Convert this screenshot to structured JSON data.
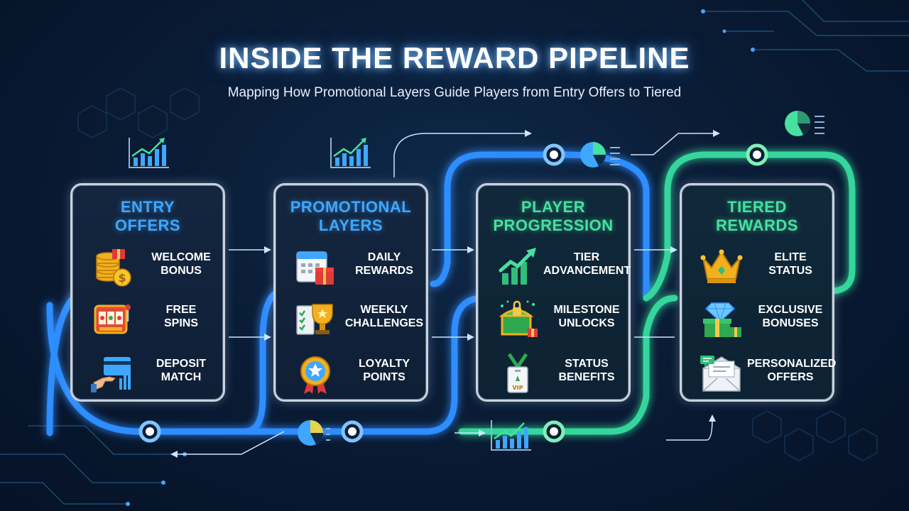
{
  "header": {
    "title": "INSIDE THE REWARD PIPELINE",
    "subtitle": "Mapping How Promotional Layers Guide Players from Entry Offers to Tiered"
  },
  "colors": {
    "blue": "#3fa7ff",
    "green": "#46e0a0",
    "background": "#0a1c36"
  },
  "stages": [
    {
      "title_lines": [
        "ENTRY",
        "OFFERS"
      ],
      "items": [
        {
          "lines": [
            "WELCOME",
            "BONUS"
          ],
          "icon": "coin-stack-icon"
        },
        {
          "lines": [
            "FREE",
            "SPINS"
          ],
          "icon": "slot-machine-icon"
        },
        {
          "lines": [
            "DEPOSIT",
            "MATCH"
          ],
          "icon": "card-deposit-icon"
        }
      ]
    },
    {
      "title_lines": [
        "PROMOTIONAL",
        "LAYERS"
      ],
      "items": [
        {
          "lines": [
            "DAILY",
            "REWARDS"
          ],
          "icon": "calendar-gift-icon"
        },
        {
          "lines": [
            "WEEKLY",
            "CHALLENGES"
          ],
          "icon": "trophy-checklist-icon"
        },
        {
          "lines": [
            "LOYALTY",
            "POINTS"
          ],
          "icon": "star-medal-icon"
        }
      ]
    },
    {
      "title_lines": [
        "PLAYER",
        "PROGRESSION"
      ],
      "items": [
        {
          "lines": [
            "TIER",
            "ADVANCEMENT"
          ],
          "icon": "growth-chart-icon"
        },
        {
          "lines": [
            "MILESTONE",
            "UNLOCKS"
          ],
          "icon": "treasure-chest-icon"
        },
        {
          "lines": [
            "STATUS",
            "BENEFITS"
          ],
          "icon": "vip-badge-icon"
        }
      ]
    },
    {
      "title_lines": [
        "TIERED",
        "REWARDS"
      ],
      "items": [
        {
          "lines": [
            "ELITE",
            "STATUS"
          ],
          "icon": "crown-icon"
        },
        {
          "lines": [
            "EXCLUSIVE",
            "BONUSES"
          ],
          "icon": "diamond-gift-icon"
        },
        {
          "lines": [
            "PERSONALIZED",
            "OFFERS"
          ],
          "icon": "envelope-offer-icon"
        }
      ]
    }
  ]
}
